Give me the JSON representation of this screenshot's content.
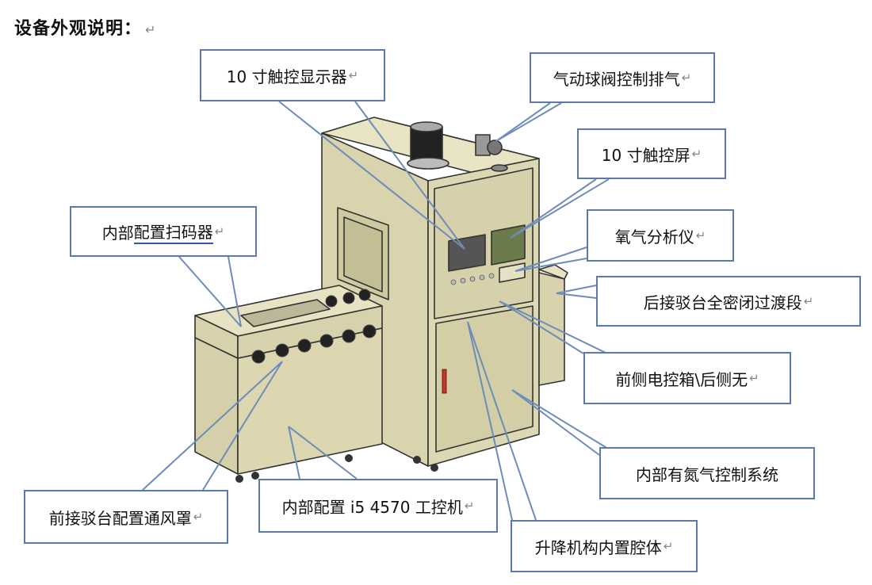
{
  "title": "设备外观说明：",
  "return_mark": "↵",
  "colors": {
    "callout_border": "#5b7aa6",
    "leader": "#6d8cb8",
    "body": "#ddd8b4",
    "outline": "#333333"
  },
  "callouts": [
    {
      "id": "touch-display",
      "text": "10 寸触控显示器"
    },
    {
      "id": "ball-valve",
      "text": "气动球阀控制排气"
    },
    {
      "id": "touchscreen",
      "text": "10 寸触控屏"
    },
    {
      "id": "oxygen-analyzer",
      "text": "氧气分析仪"
    },
    {
      "id": "rear-dock",
      "text": "后接驳台全密闭过渡段"
    },
    {
      "id": "scanner",
      "text_prefix": "内部",
      "text_underlined": "配置扫码器"
    },
    {
      "id": "control-box",
      "text": "前侧电控箱\\后侧无"
    },
    {
      "id": "nitrogen",
      "text": "内部有氮气控制系统"
    },
    {
      "id": "hood",
      "text": "前接驳台配置通风罩"
    },
    {
      "id": "ipc",
      "text": "内部配置 i5 4570 工控机"
    },
    {
      "id": "lift",
      "text": "升降机构内置腔体"
    }
  ]
}
